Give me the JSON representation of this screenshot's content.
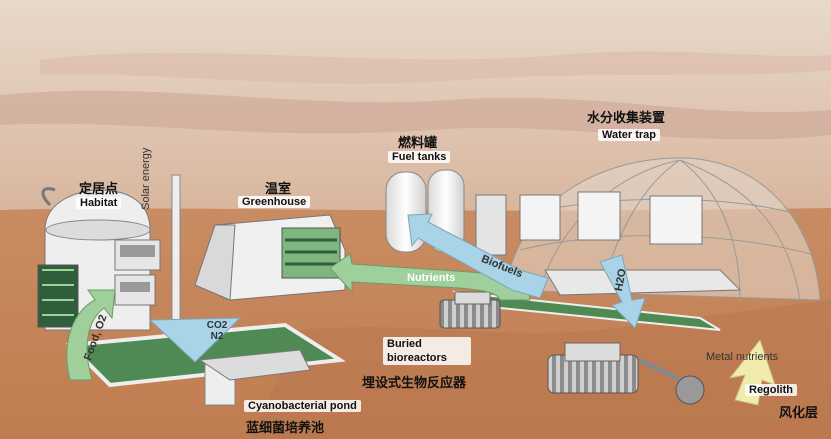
{
  "labels": {
    "habitat_cn": "定居点",
    "habitat_en": "Habitat",
    "greenhouse_cn": "温室",
    "greenhouse_en": "Greenhouse",
    "fuel_cn": "燃料罐",
    "fuel_en": "Fuel tanks",
    "water_cn": "水分收集装置",
    "water_en": "Water trap",
    "solar": "Solar energy",
    "food_o2": "Food, O2",
    "co2_n2": "CO2 N2",
    "nutrients": "Nutrients",
    "biofuels": "Biofuels",
    "h2o": "H2O",
    "buried_en": "Buried bioreactors",
    "buried_cn": "埋设式生物反应器",
    "pond_en": "Cyanobacterial pond",
    "pond_cn": "蓝细菌培养池",
    "metal": "Metal nutrients",
    "regolith_en": "Regolith",
    "regolith_cn": "风化层"
  },
  "colors": {
    "sky_top": "#e6d6c8",
    "sky_bottom": "#d9b8a2",
    "ground": "#c8865a",
    "ground_dark": "#b7744a",
    "arrow_blue": "#a9d3e6",
    "arrow_green": "#9fcf9a",
    "arrow_yellow": "#f2ebb0",
    "pond_green": "#4f8a55"
  }
}
